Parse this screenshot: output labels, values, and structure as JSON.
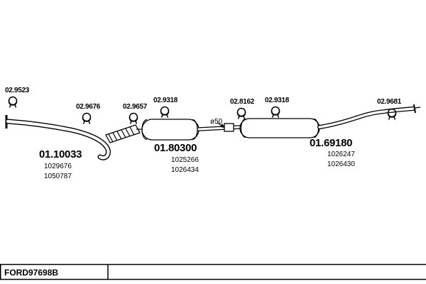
{
  "diagram": {
    "clamps": [
      {
        "label": "02.9523"
      },
      {
        "label": "02.9676"
      },
      {
        "label": "02.9657"
      },
      {
        "label": "02.9318"
      },
      {
        "label": "02.8162"
      },
      {
        "label": "02.9318"
      },
      {
        "label": "02.9681"
      }
    ],
    "parts": [
      {
        "label": "01.10033",
        "refs": [
          "1029676",
          "1050787"
        ]
      },
      {
        "label": "01.80300",
        "refs": [
          "1025266",
          "1026434"
        ]
      },
      {
        "label": "01.69180",
        "refs": [
          "1026247",
          "1026430"
        ]
      }
    ],
    "pipe_diameter": "ø50",
    "footer": {
      "code": "FORD97698B"
    }
  }
}
